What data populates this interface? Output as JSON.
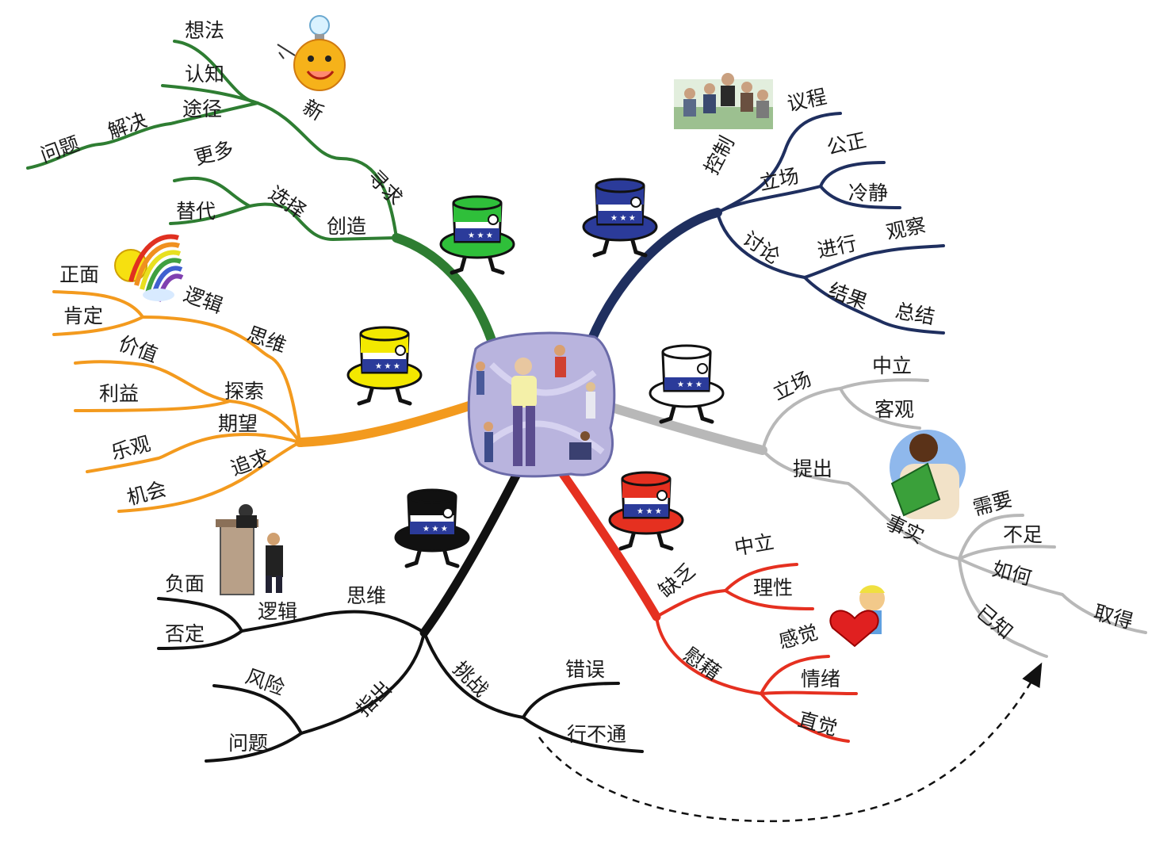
{
  "colors": {
    "green": "#2e7d32",
    "navy": "#1f2f5f",
    "orange": "#f39a1e",
    "gray": "#b8b8b8",
    "black": "#111111",
    "red": "#e53020"
  },
  "green": {
    "l1_seek": "寻求",
    "l1_create": "创造",
    "new": "新",
    "idea": "想法",
    "cognition": "认知",
    "approach": "途径",
    "solve": "解决",
    "problem": "问题",
    "choose": "选择",
    "more": "更多",
    "alternative": "替代"
  },
  "navy": {
    "control": "控制",
    "agenda": "议程",
    "position": "立场",
    "fair": "公正",
    "calm": "冷静",
    "discuss": "讨论",
    "proceed": "进行",
    "observe": "观察",
    "result": "结果",
    "summary": "总结"
  },
  "gray": {
    "position": "立场",
    "neutral": "中立",
    "objective": "客观",
    "propose": "提出",
    "fact": "事实",
    "need": "需要",
    "insufficient": "不足",
    "how": "如何",
    "obtain": "取得",
    "known": "已知"
  },
  "red": {
    "lack": "缺乏",
    "neutral": "中立",
    "rational": "理性",
    "comfort": "慰藉",
    "feeling": "感觉",
    "emotion": "情绪",
    "intuition": "直觉"
  },
  "orange": {
    "logic": "逻辑",
    "positive": "正面",
    "affirm": "肯定",
    "thinking": "思维",
    "value": "价值",
    "explore": "探索",
    "benefit": "利益",
    "expect": "期望",
    "optimism": "乐观",
    "pursue": "追求",
    "opportunity": "机会"
  },
  "black": {
    "thinking": "思维",
    "logic": "逻辑",
    "negative": "负面",
    "deny": "否定",
    "point_out": "指出",
    "risk": "风险",
    "problem": "问题",
    "challenge": "挑战",
    "error": "错误",
    "infeasible": "行不通"
  },
  "icons": [
    "lightbulb-sun-icon",
    "meeting-people-icon",
    "rainbow-sun-icon",
    "businessman-book-icon",
    "judge-court-icon",
    "boy-heart-icon",
    "green-hat-icon",
    "blue-hat-icon",
    "yellow-hat-icon",
    "white-hat-icon",
    "black-hat-icon",
    "red-hat-icon",
    "central-people-collage-icon"
  ]
}
